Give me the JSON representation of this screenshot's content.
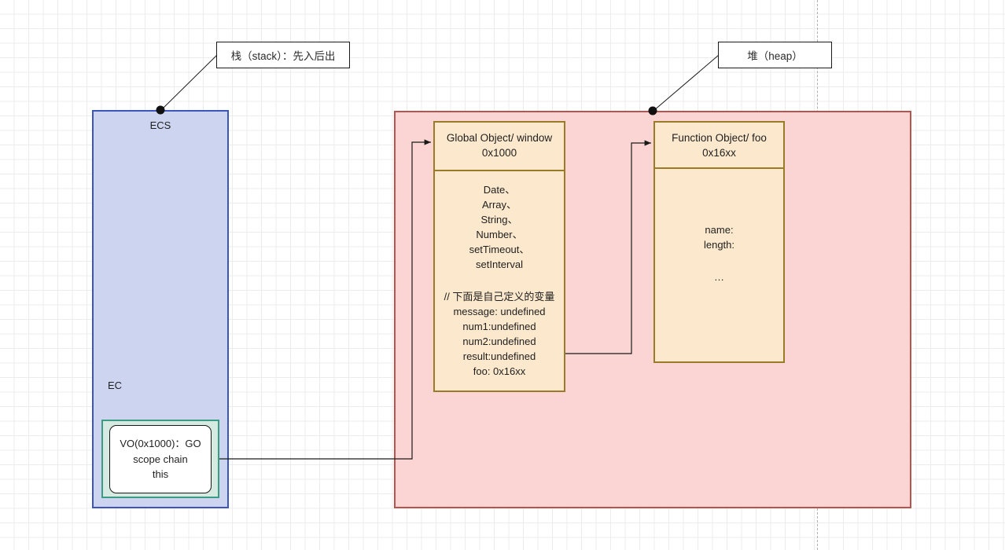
{
  "diagram": {
    "title": "JavaScript ECS / Heap memory diagram",
    "colors": {
      "stack_fill": "#ccd4f0",
      "stack_border": "#3b55b8",
      "heap_fill": "#fad5d3",
      "heap_border": "#b85450",
      "object_fill": "#fce9cd",
      "object_border": "#9a7b28",
      "vo_fill": "#d5ebe2",
      "vo_border": "#3d9b84",
      "grid": "#e0e0e0"
    },
    "callouts": {
      "stack": "栈（stack）：先入后出",
      "heap": "堆（heap）"
    },
    "stack": {
      "top_label": "ECS",
      "context_label": "EC",
      "vo": {
        "line1": "VO(0x1000)：GO",
        "line2": "scope chain",
        "line3": "this"
      }
    },
    "heap": {
      "global_object": {
        "title_line1": "Global Object/ window",
        "title_line2": "0x1000",
        "builtins": [
          "Date、",
          "Array、",
          "String、",
          "Number、",
          "setTimeout、",
          "setInterval"
        ],
        "comment": "// 下面是自己定义的变量",
        "variables": [
          "message: undefined",
          "num1:undefined",
          "num2:undefined",
          "result:undefined",
          "foo: 0x16xx"
        ]
      },
      "function_object": {
        "title_line1": "Function Object/ foo",
        "title_line2": "0x16xx",
        "properties": [
          "name:",
          "length:"
        ],
        "ellipsis": "…"
      }
    }
  }
}
